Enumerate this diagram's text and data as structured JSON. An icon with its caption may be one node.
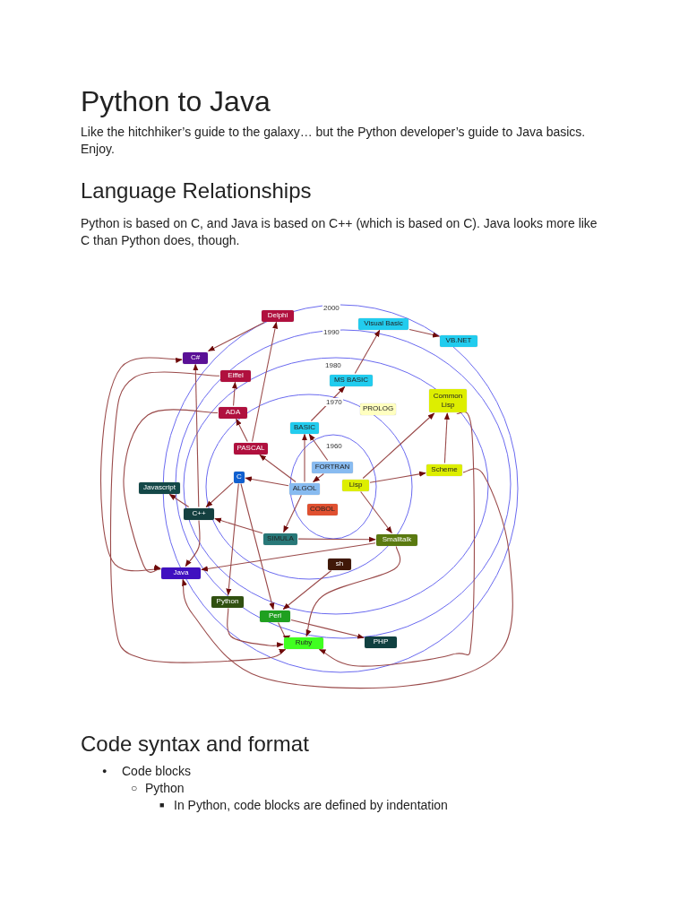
{
  "diagram": {
    "title": "Python to Java",
    "nodes": [
      {
        "text": [
          "Delphi"
        ]
      },
      {
        "text": [
          "Visual Basic"
        ]
      },
      {
        "text": [
          "VB.NET"
        ]
      },
      {
        "text": [
          "C#"
        ]
      },
      {
        "text": [
          "Eiffel"
        ]
      },
      {
        "text": [
          "MS BASIC"
        ]
      },
      {
        "text": [
          "Common Lisp"
        ]
      },
      {
        "text": [
          "ADA"
        ]
      },
      {
        "text": [
          "PROLOG"
        ]
      },
      {
        "text": [
          "BASIC"
        ]
      },
      {
        "text": [
          "PASCAL"
        ]
      },
      {
        "text": [
          "FORTRAN"
        ]
      },
      {
        "text": [
          "Scheme"
        ]
      },
      {
        "text": [
          "C"
        ]
      },
      {
        "text": [
          "Javascript"
        ]
      },
      {
        "text": [
          "ALGOL"
        ]
      },
      {
        "text": [
          "Lisp"
        ]
      },
      {
        "text": [
          "COBOL"
        ]
      },
      {
        "text": [
          "C++"
        ]
      },
      {
        "text": [
          "SIMULA"
        ]
      },
      {
        "text": [
          "Smalltalk"
        ]
      },
      {
        "text": [
          "sh"
        ]
      },
      {
        "text": [
          "Java"
        ]
      },
      {
        "text": [
          "Python"
        ]
      },
      {
        "text": [
          "Perl"
        ]
      },
      {
        "text": [
          "Ruby"
        ]
      },
      {
        "text": [
          "PHP"
        ]
      }
    ],
    "edges": [
      {
        "from": 0,
        "to": 3,
        "arrow": "to"
      },
      {
        "from": 1,
        "to": 2,
        "arrow": "to"
      },
      {
        "from": 5,
        "to": 1,
        "arrow": "to"
      },
      {
        "from": 9,
        "to": 5,
        "arrow": "to"
      },
      {
        "from": 11,
        "to": 9,
        "arrow": "to"
      },
      {
        "from": 15,
        "to": 9,
        "arrow": "to"
      },
      {
        "from": 11,
        "to": 15,
        "arrow": "to"
      },
      {
        "from": 15,
        "to": 10,
        "arrow": "to"
      },
      {
        "from": 15,
        "to": 13,
        "arrow": "to"
      },
      {
        "from": 15,
        "to": 19,
        "arrow": "to"
      },
      {
        "from": 10,
        "to": 7,
        "arrow": "to"
      },
      {
        "from": 10,
        "to": 0,
        "arrow": "to"
      },
      {
        "from": 7,
        "to": 4,
        "arrow": "to"
      },
      {
        "from": 3,
        "to": 22,
        "arrow": "both"
      },
      {
        "from": 4,
        "to": 25,
        "arrow": "to"
      },
      {
        "from": 7,
        "to": 22,
        "arrow": "to"
      },
      {
        "from": 18,
        "to": 3,
        "arrow": "to"
      },
      {
        "from": 13,
        "to": 18,
        "arrow": "to"
      },
      {
        "from": 13,
        "to": 23,
        "arrow": "to"
      },
      {
        "from": 13,
        "to": 24,
        "arrow": "to"
      },
      {
        "from": 19,
        "to": 18,
        "arrow": "to"
      },
      {
        "from": 19,
        "to": 20,
        "arrow": "to"
      },
      {
        "from": 18,
        "to": 14,
        "arrow": "to"
      },
      {
        "from": 18,
        "to": 22,
        "arrow": "to"
      },
      {
        "from": 20,
        "to": 22,
        "arrow": "to"
      },
      {
        "from": 16,
        "to": 20,
        "arrow": "to"
      },
      {
        "from": 16,
        "to": 12,
        "arrow": "to"
      },
      {
        "from": 16,
        "to": 6,
        "arrow": "to"
      },
      {
        "from": 12,
        "to": 6,
        "arrow": "to"
      },
      {
        "from": 20,
        "to": 25,
        "arrow": "to"
      },
      {
        "from": 21,
        "to": 24,
        "arrow": "to"
      },
      {
        "from": 24,
        "to": 25,
        "arrow": "to"
      },
      {
        "from": 23,
        "to": 25,
        "arrow": "to"
      },
      {
        "from": 24,
        "to": 26,
        "arrow": "to"
      },
      {
        "from": 12,
        "to": 22,
        "arrow": "to"
      },
      {
        "from": 6,
        "to": 25,
        "arrow": "to"
      }
    ],
    "labels": [
      "Like the hitchhiker’s guide to the galaxy… but the Python developer’s guide to Java basics. Enjoy.",
      "Language Relationships",
      "Python is based on C, and Java is based on C++ (which is based on C). Java looks more like C than Python does, though.",
      "2000",
      "1990",
      "1980",
      "1970",
      "1960",
      "Code syntax and format",
      "●",
      "Code blocks",
      "○",
      "Python",
      "■",
      "In Python, code blocks are defined by indentation"
    ]
  }
}
